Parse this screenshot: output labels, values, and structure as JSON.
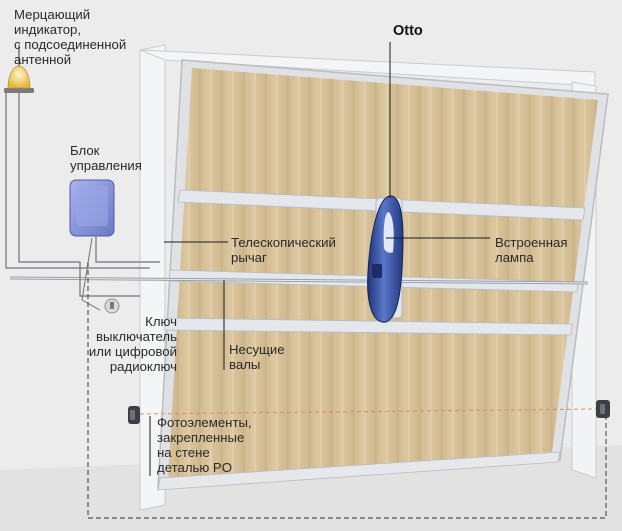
{
  "title": "Otto",
  "labels": {
    "indicator": "Мерцающий\nиндикатор,\nс подсоединенной\nантенной",
    "control_unit": "Блок\nуправления",
    "telescopic_arm": "Телескопический\nрычаг",
    "builtin_lamp": "Встроенная\nлампа",
    "key_switch": "Ключ\nвыключатель\nили цифровой\nрадиоключ",
    "shafts": "Несущие\nвалы",
    "photocells": "Фотоэлементы,\nзакрепленные\nна стене\nдеталью PO"
  },
  "colors": {
    "door_panel": "#d8c29a",
    "frame": "#eef0f2",
    "wall": "#ececec",
    "photocell_beam": "#d98a6a",
    "motor": "#2f4a9a"
  },
  "icons": [
    "lamp-icon",
    "control-box-icon",
    "key-switch-icon",
    "photocell-icon",
    "motor-icon"
  ]
}
